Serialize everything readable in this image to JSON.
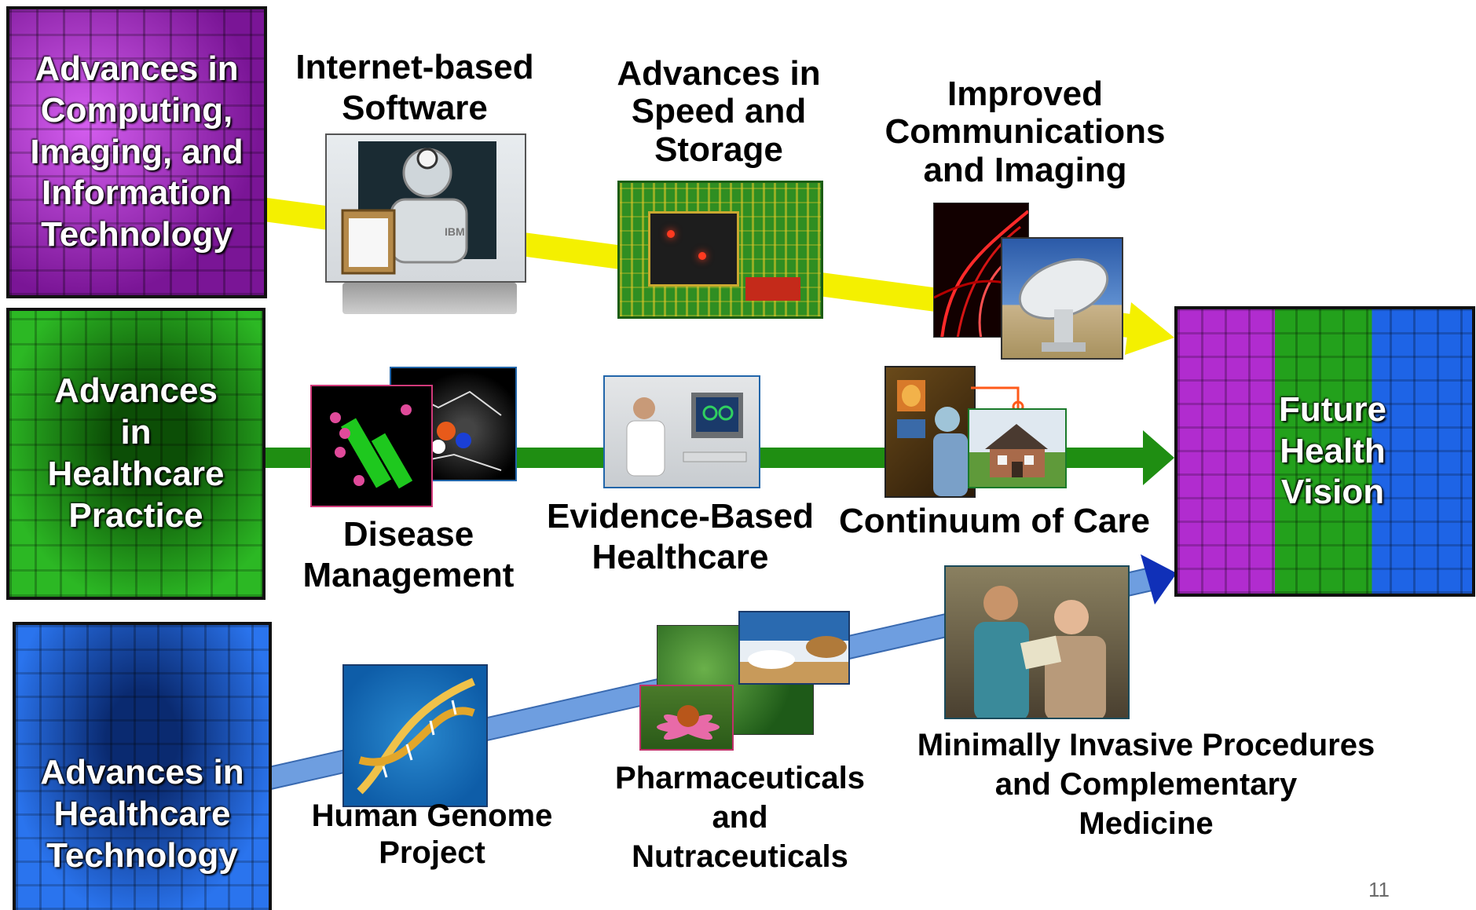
{
  "sources": [
    {
      "id": "computing",
      "lines": [
        "Advances in",
        "Computing,",
        "Imaging, and",
        "Information",
        "Technology"
      ],
      "color": "#b52ed6"
    },
    {
      "id": "practice",
      "lines": [
        "Advances",
        "in",
        "Healthcare",
        "Practice"
      ],
      "color": "#22a41c"
    },
    {
      "id": "technology",
      "lines": [
        "Advances in",
        "Healthcare",
        "Technology"
      ],
      "color": "#1c5fe0"
    }
  ],
  "arrow_colors": {
    "top": "#f4f000",
    "middle": "#1f8e12",
    "bottom": "#6e9ee0",
    "bottom_head": "#1030b8"
  },
  "milestones": {
    "internet_software": [
      "Internet-based",
      "Software"
    ],
    "speed_storage": [
      "Advances in",
      "Speed and",
      "Storage"
    ],
    "communications": [
      "Improved",
      "Communications",
      "and Imaging"
    ],
    "disease_mgmt": [
      "Disease",
      "Management"
    ],
    "evidence_based": [
      "Evidence-Based",
      "Healthcare"
    ],
    "continuum": [
      "Continuum of Care"
    ],
    "genome": [
      "Human Genome",
      "Project"
    ],
    "pharma": [
      "Pharmaceuticals",
      "and",
      "Nutraceuticals"
    ],
    "minimally_invasive": [
      "Minimally Invasive Procedures",
      "and Complementary",
      "Medicine"
    ]
  },
  "target": {
    "lines": [
      "Future",
      "Health",
      "Vision"
    ]
  },
  "image_labels": {
    "robot_badge": "IBM"
  },
  "page_number": "11"
}
